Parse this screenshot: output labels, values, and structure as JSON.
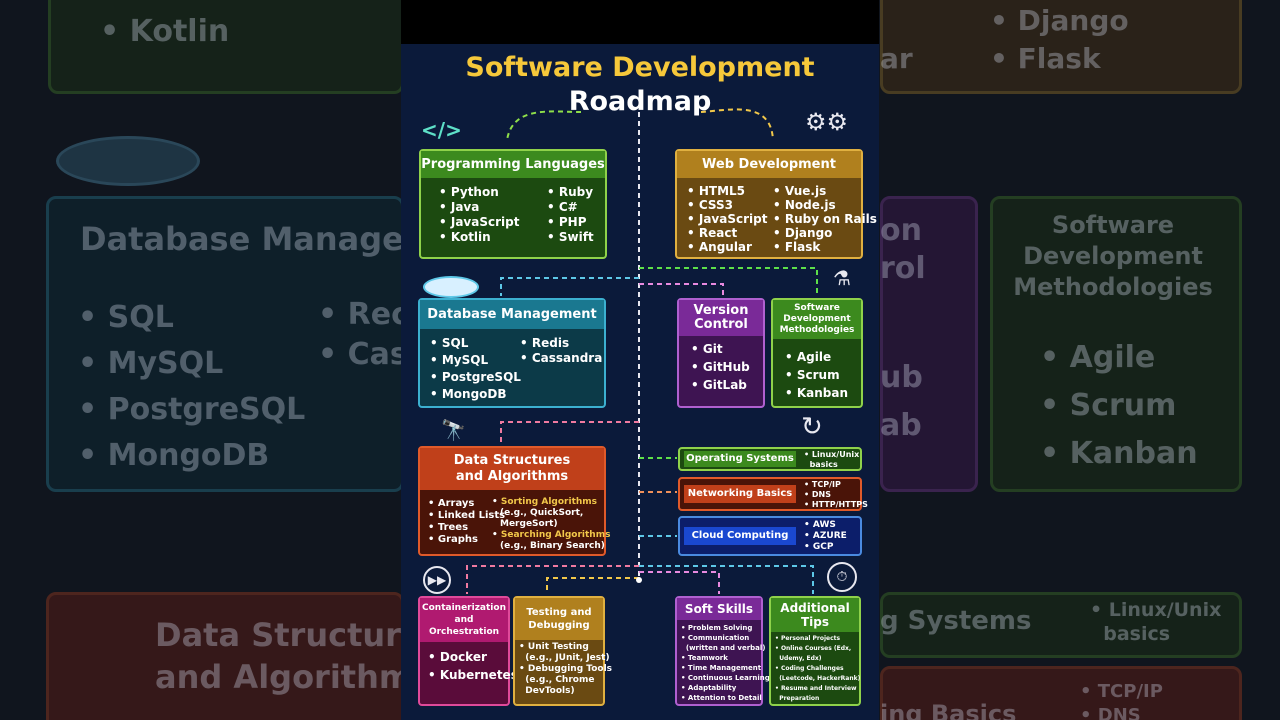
{
  "background": {
    "left_top": "Kotlin",
    "left_db_title": "Database Manage",
    "left_db_items": [
      "SQL",
      "MySQL",
      "PostgreSQL",
      "MongoDB"
    ],
    "left_db_items2": [
      "Rec",
      "Cas"
    ],
    "left_ds_title1": "Data Structur",
    "left_ds_title2": "and Algorithm",
    "right_top1": "Django",
    "right_top2": "Flask",
    "right_top_left": "ar",
    "right_vc": [
      "on",
      "rol"
    ],
    "right_vc2": [
      "ub",
      "ab"
    ],
    "right_sdm_title": [
      "Software",
      "Development",
      "Methodologies"
    ],
    "right_sdm_items": [
      "Agile",
      "Scrum",
      "Kanban"
    ],
    "right_os": "g Systems",
    "right_os2": [
      "Linux/Unix",
      "basics"
    ],
    "right_net": "ing Basics",
    "right_net2": [
      "TCP/IP",
      "DNS"
    ]
  },
  "title": {
    "line1": "Software Development",
    "line2": "Roadmap"
  },
  "programming": {
    "title": "Programming Languages",
    "col1": [
      "Python",
      "Java",
      "JavaScript",
      "Kotlin"
    ],
    "col2": [
      "Ruby",
      "C#",
      "PHP",
      "Swift"
    ]
  },
  "web": {
    "title": "Web Development",
    "col1": [
      "HTML5",
      "CSS3",
      "JavaScript",
      "React",
      "Angular"
    ],
    "col2": [
      "Vue.js",
      "Node.js",
      "Ruby on Rails",
      "Django",
      "Flask"
    ]
  },
  "database": {
    "title": "Database Management",
    "col1": [
      "SQL",
      "MySQL",
      "PostgreSQL",
      "MongoDB"
    ],
    "col2": [
      "Redis",
      "Cassandra"
    ]
  },
  "version_control": {
    "title1": "Version",
    "title2": "Control",
    "items": [
      "Git",
      "GitHub",
      "GitLab"
    ]
  },
  "sdm": {
    "title": [
      "Software",
      "Development",
      "Methodologies"
    ],
    "items": [
      "Agile",
      "Scrum",
      "Kanban"
    ]
  },
  "dsa": {
    "title1": "Data Structures",
    "title2": "and Algorithms",
    "col1": [
      "Arrays",
      "Linked Lists",
      "Trees",
      "Graphs"
    ],
    "sort_title": "Sorting Algorithms",
    "sort_detail": [
      "(e.g., QuickSort,",
      "MergeSort)"
    ],
    "search_title": "Searching Algorithms",
    "search_detail": "(e.g., Binary Search)"
  },
  "os": {
    "title": "Operating Systems",
    "items": [
      "Linux/Unix",
      "basics"
    ]
  },
  "net": {
    "title": "Networking Basics",
    "items": [
      "TCP/IP",
      "DNS",
      "HTTP/HTTPS"
    ]
  },
  "cloud": {
    "title": "Cloud Computing",
    "items": [
      "AWS",
      "AZURE",
      "GCP"
    ]
  },
  "container": {
    "title1": "Containerization",
    "title2": "and",
    "title3": "Orchestration",
    "items": [
      "Docker",
      "Kubernetes"
    ]
  },
  "testing": {
    "title1": "Testing and",
    "title2": "Debugging",
    "items": [
      "Unit Testing",
      "(e.g., JUnit, Jest)",
      "Debugging Tools",
      "(e.g., Chrome",
      "DevTools)"
    ]
  },
  "soft": {
    "title": "Soft Skills",
    "items": [
      "Problem Solving",
      "Communication",
      "(written and verbal)",
      "Teamwork",
      "Time Management",
      "Continuous Learning",
      "Adaptability",
      "Attention to Detail"
    ]
  },
  "tips": {
    "title1": "Additional",
    "title2": "Tips",
    "items": [
      "Personal Projects",
      "Online Courses (Edx,",
      "Udemy, Edx)",
      "Coding Challenges",
      "(Leetcode, HackerRank)",
      "Resume and Interview",
      "Preparation"
    ]
  },
  "icons": [
    "code-icon",
    "gears-icon",
    "database-icon",
    "flask-icon",
    "telescope-icon",
    "refresh-icon",
    "fast-forward-icon",
    "stopwatch-icon"
  ]
}
